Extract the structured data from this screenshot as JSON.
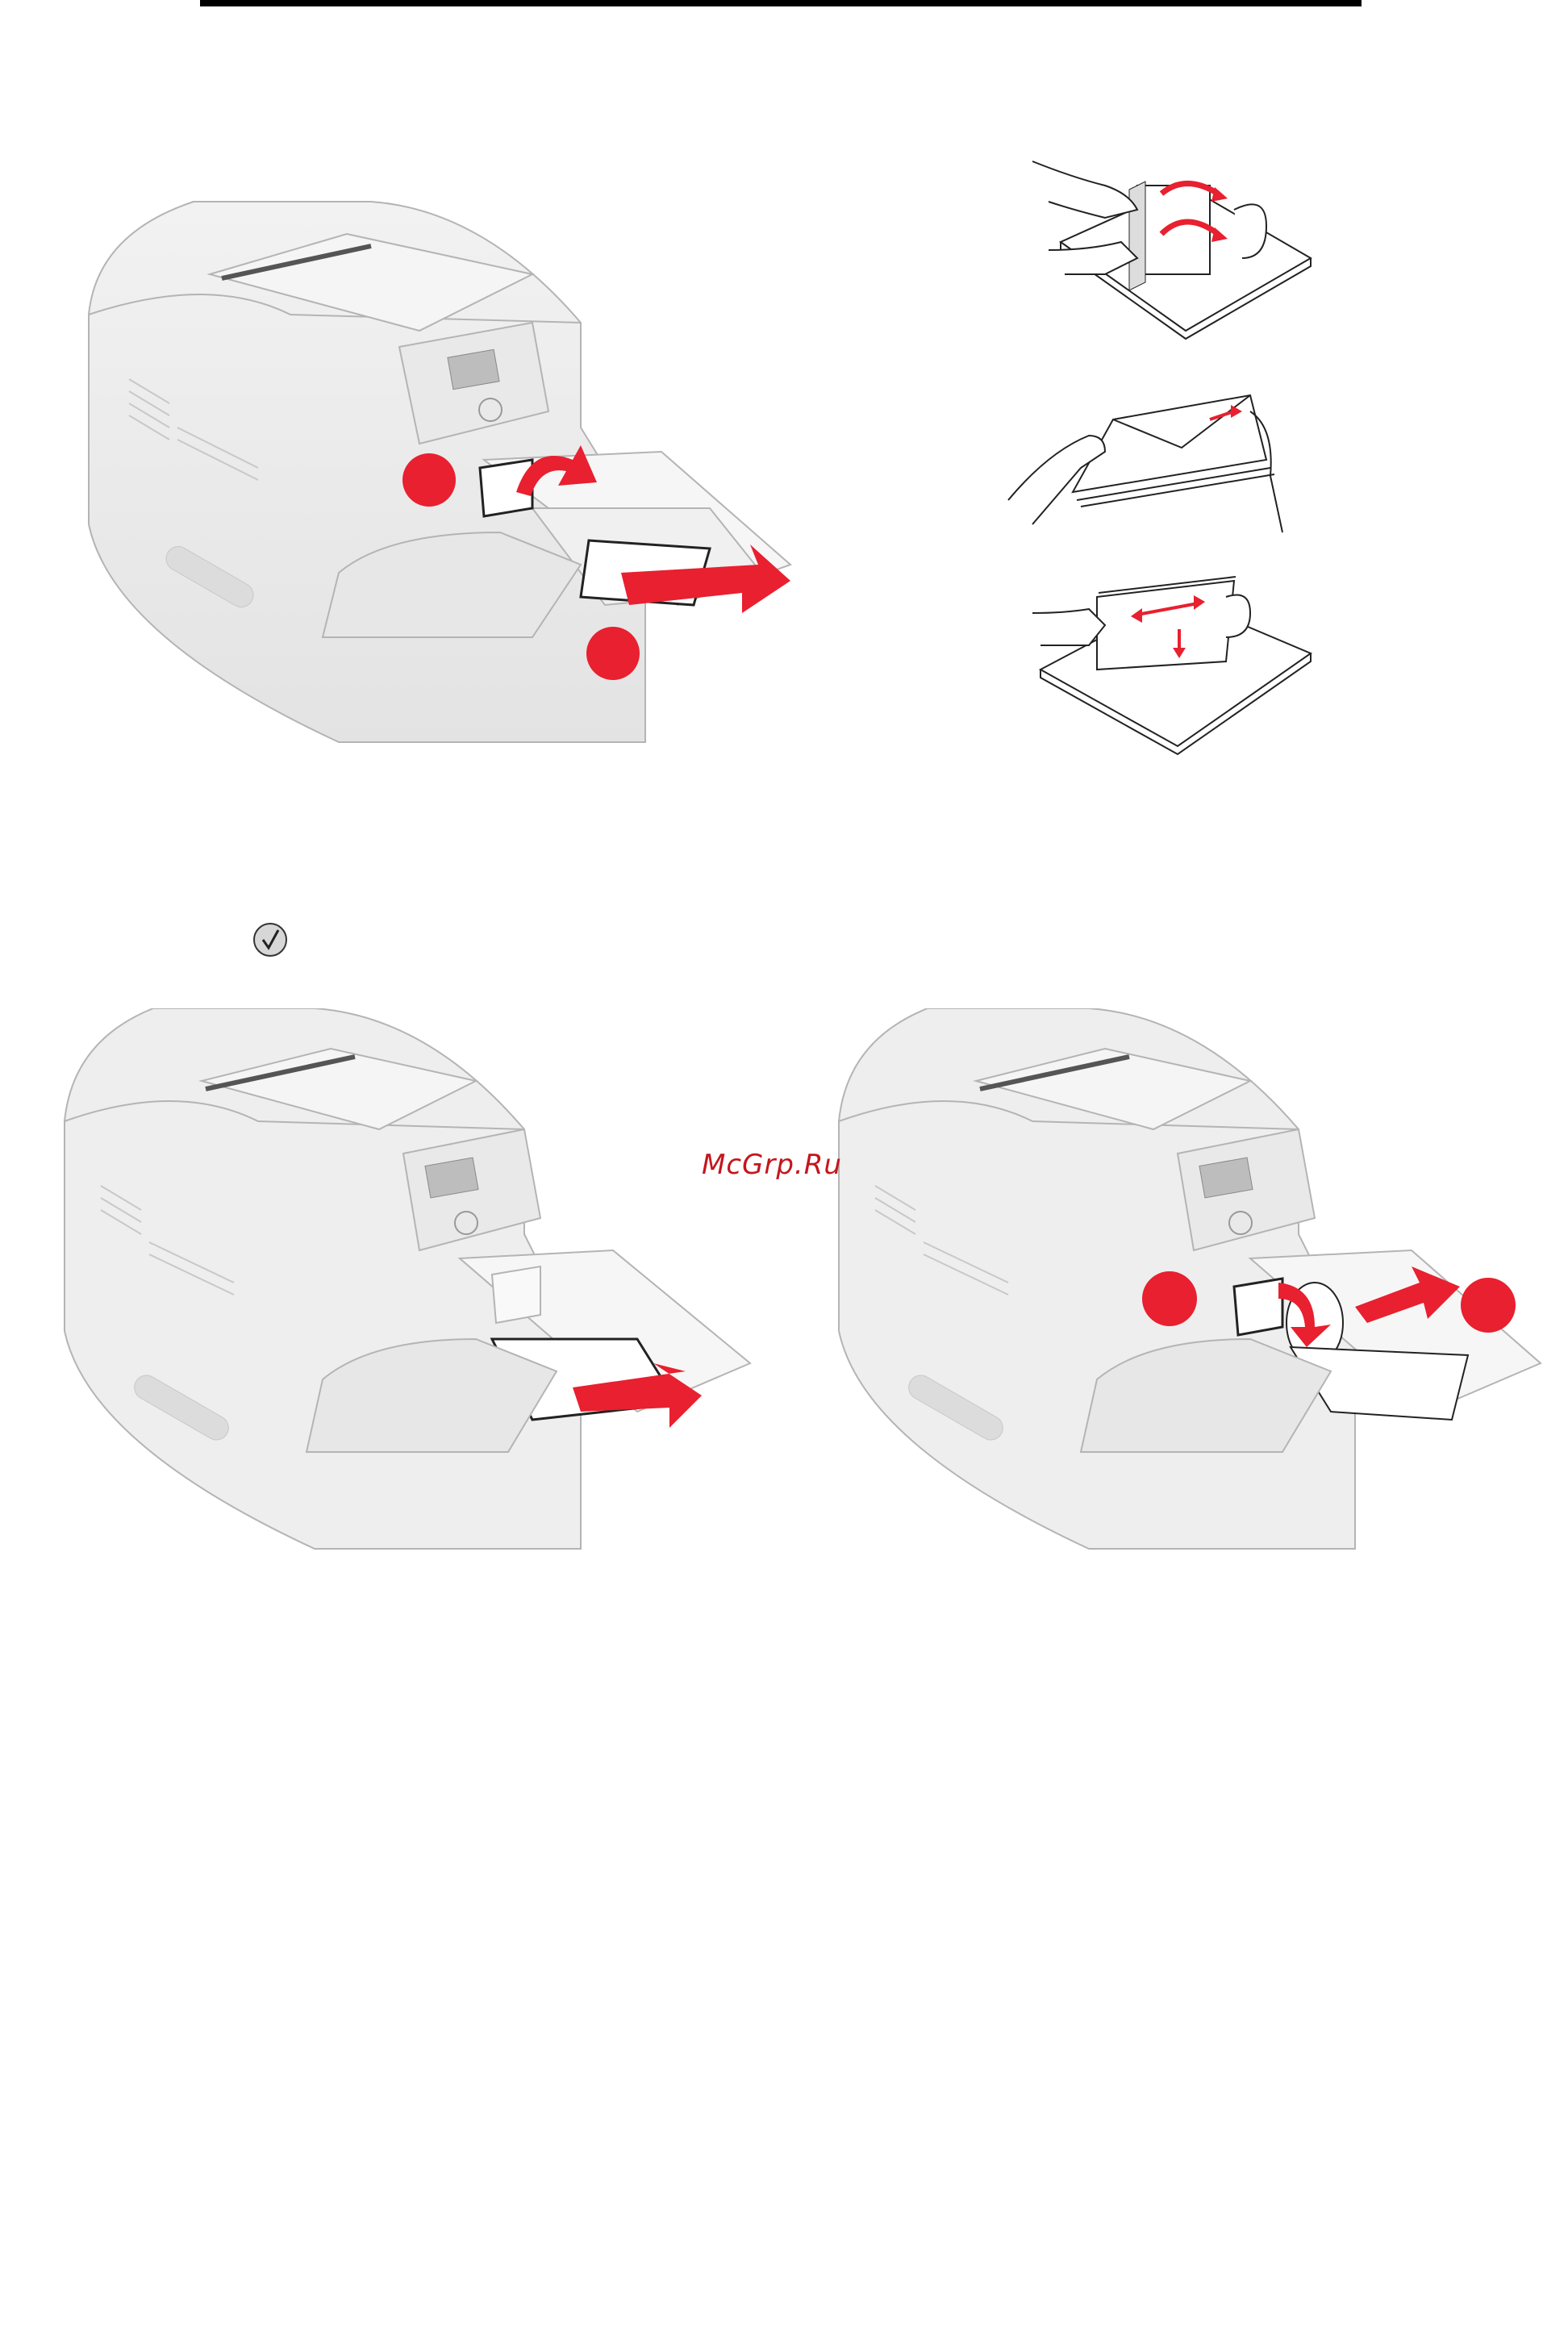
{
  "watermark": {
    "text": "McGrp.Ru",
    "color": "#c4161c"
  },
  "icons": {
    "check": "checkmark-circle-icon",
    "callout": "red-step-marker",
    "arrow": "red-direction-arrow"
  },
  "colors": {
    "accent": "#e8202f",
    "printer_fill": "#ececec",
    "printer_stroke": "#b4b4b4",
    "line": "#222222"
  }
}
